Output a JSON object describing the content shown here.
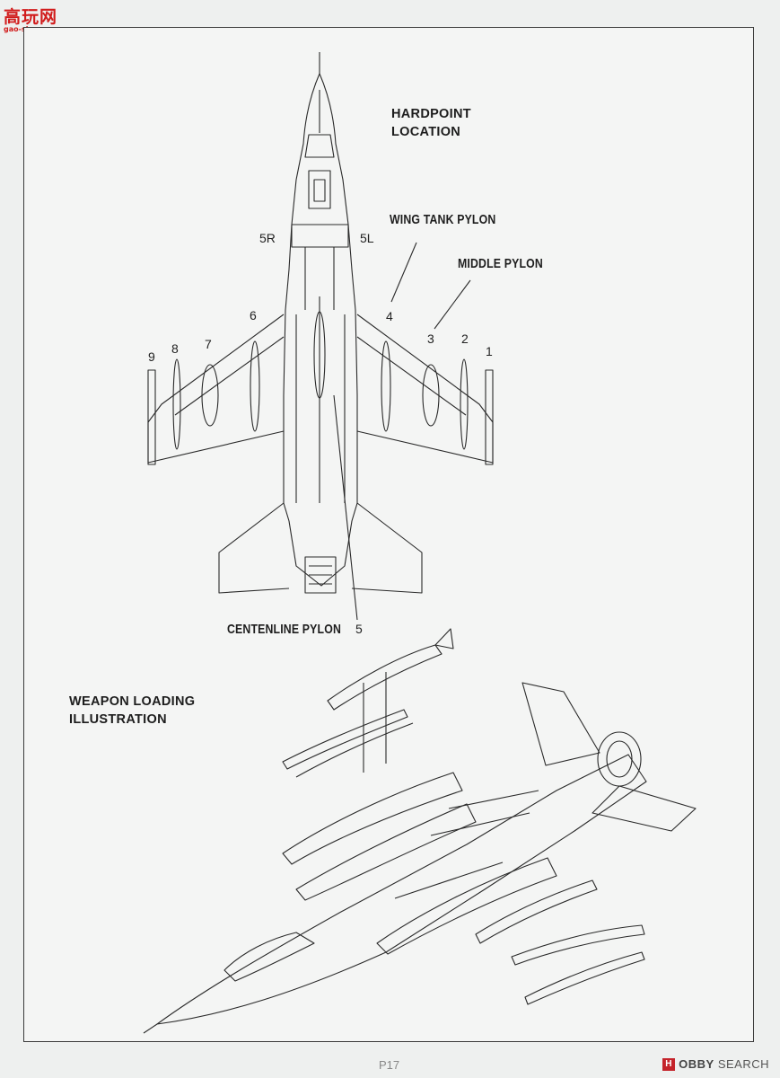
{
  "watermark": {
    "chars": "高玩网",
    "url": "gao-shou.com"
  },
  "hardpoint": {
    "title_line1": "HARDPOINT",
    "title_line2": "LOCATION",
    "wing_tank_pylon": "WING TANK PYLON",
    "middle_pylon": "MIDDLE PYLON",
    "centerline_pylon": "CENTENLINE PYLON",
    "stations": {
      "s1": "1",
      "s2": "2",
      "s3": "3",
      "s4": "4",
      "s5": "5",
      "s5L": "5L",
      "s5R": "5R",
      "s6": "6",
      "s7": "7",
      "s8": "8",
      "s9": "9"
    }
  },
  "weapon_loading": {
    "title_line1": "WEAPON LOADING",
    "title_line2": "ILLUSTRATION"
  },
  "footer": {
    "page_number": "P17",
    "brand_icon": "H",
    "brand_prefix": "OBBY",
    "brand_suffix": "SEARCH"
  },
  "colors": {
    "ink": "#2a2a2a",
    "brand_red": "#c4232a",
    "watermark_red": "#d11c1c"
  }
}
